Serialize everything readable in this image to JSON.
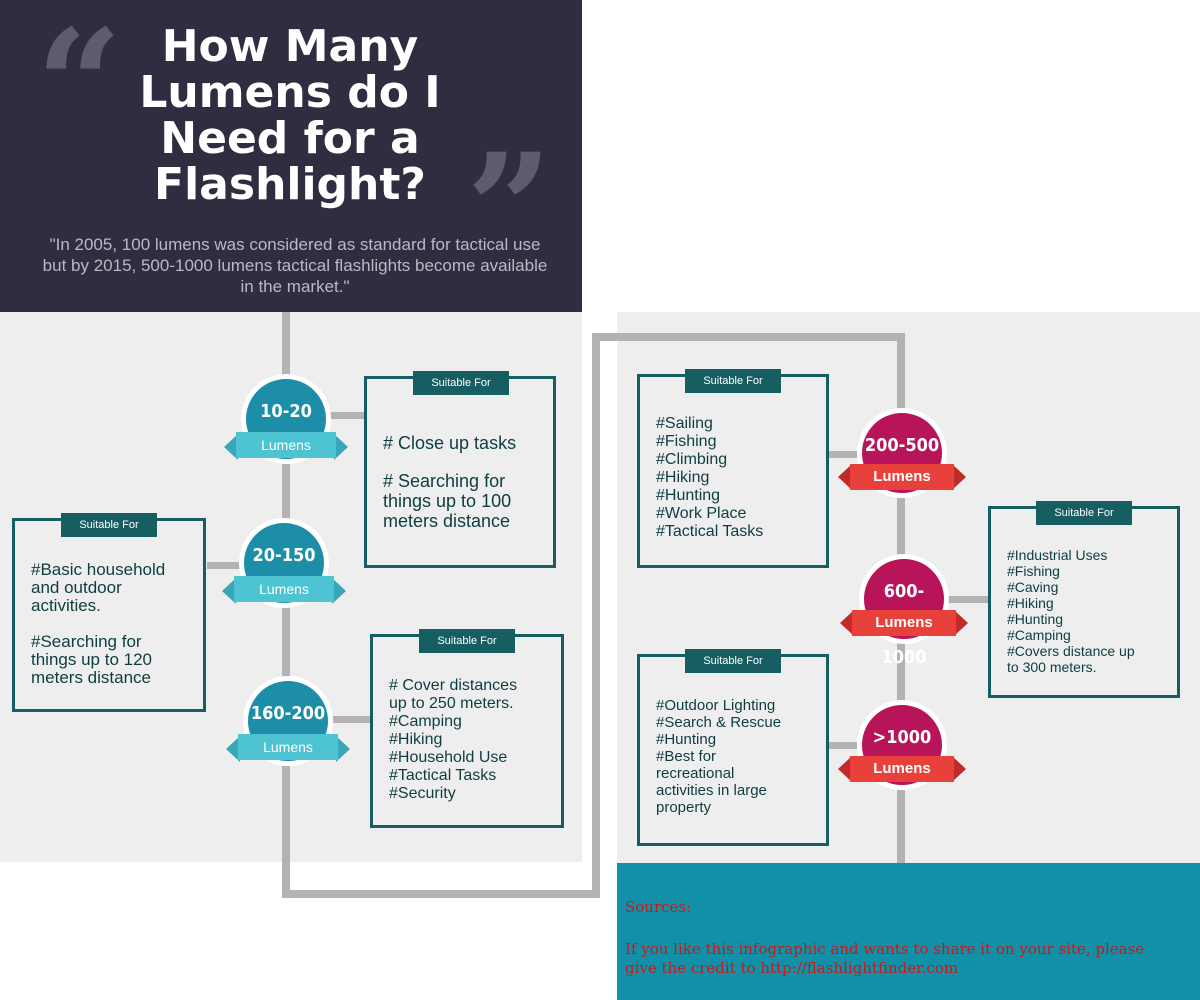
{
  "header": {
    "title": "How Many Lumens do I Need for a Flashlight?",
    "subtitle": "\"In 2005, 100 lumens was considered as standard for tactical use but by 2015, 500-1000 lumens tactical flashlights become available in the market.\""
  },
  "tag_label": "Suitable For",
  "unit_label": "Lumens",
  "levels": [
    {
      "range": "10-20",
      "lines": [
        "# Close up tasks",
        "",
        "# Searching for",
        "things up to 100",
        "meters distance"
      ]
    },
    {
      "range": "20-150",
      "lines": [
        "#Basic household",
        "and outdoor",
        "activities.",
        "",
        "#Searching for",
        "things up to 120",
        "meters distance"
      ]
    },
    {
      "range": "160-200",
      "lines": [
        "#  Cover  distances",
        "up to 250 meters.",
        "#Camping",
        "#Hiking",
        "#Household Use",
        "#Tactical Tasks",
        "#Security"
      ]
    },
    {
      "range": "200-500",
      "lines": [
        "#Sailing",
        "#Fishing",
        "#Climbing",
        "#Hiking",
        "#Hunting",
        "#Work Place",
        "#Tactical Tasks"
      ]
    },
    {
      "range": "600-1000",
      "lines": [
        "#Industrial Uses",
        "#Fishing",
        "#Caving",
        "#Hiking",
        "#Hunting",
        "#Camping",
        "#Covers  distance  up",
        "to 300 meters."
      ]
    },
    {
      "range": ">1000",
      "lines": [
        "#Outdoor Lighting",
        "#Search & Rescue",
        "#Hunting",
        "#Best for",
        "recreational",
        "activities in large",
        "property"
      ]
    }
  ],
  "footer": {
    "sources": "Sources:",
    "credit_line1": "If you like this infographic and wants to share it on your site, please",
    "credit_line2": "give the credit to http://flashlightfinder.com"
  },
  "colors": {
    "header_bg": "#2e2e40",
    "teal_badge": "#1c8ea8",
    "teal_ribbon": "#4ec3d2",
    "magenta_badge": "#b8145a",
    "red_ribbon": "#e8403a",
    "box_border": "#175e63",
    "footer_bg": "#1290a8",
    "footer_text": "#cc1818"
  }
}
